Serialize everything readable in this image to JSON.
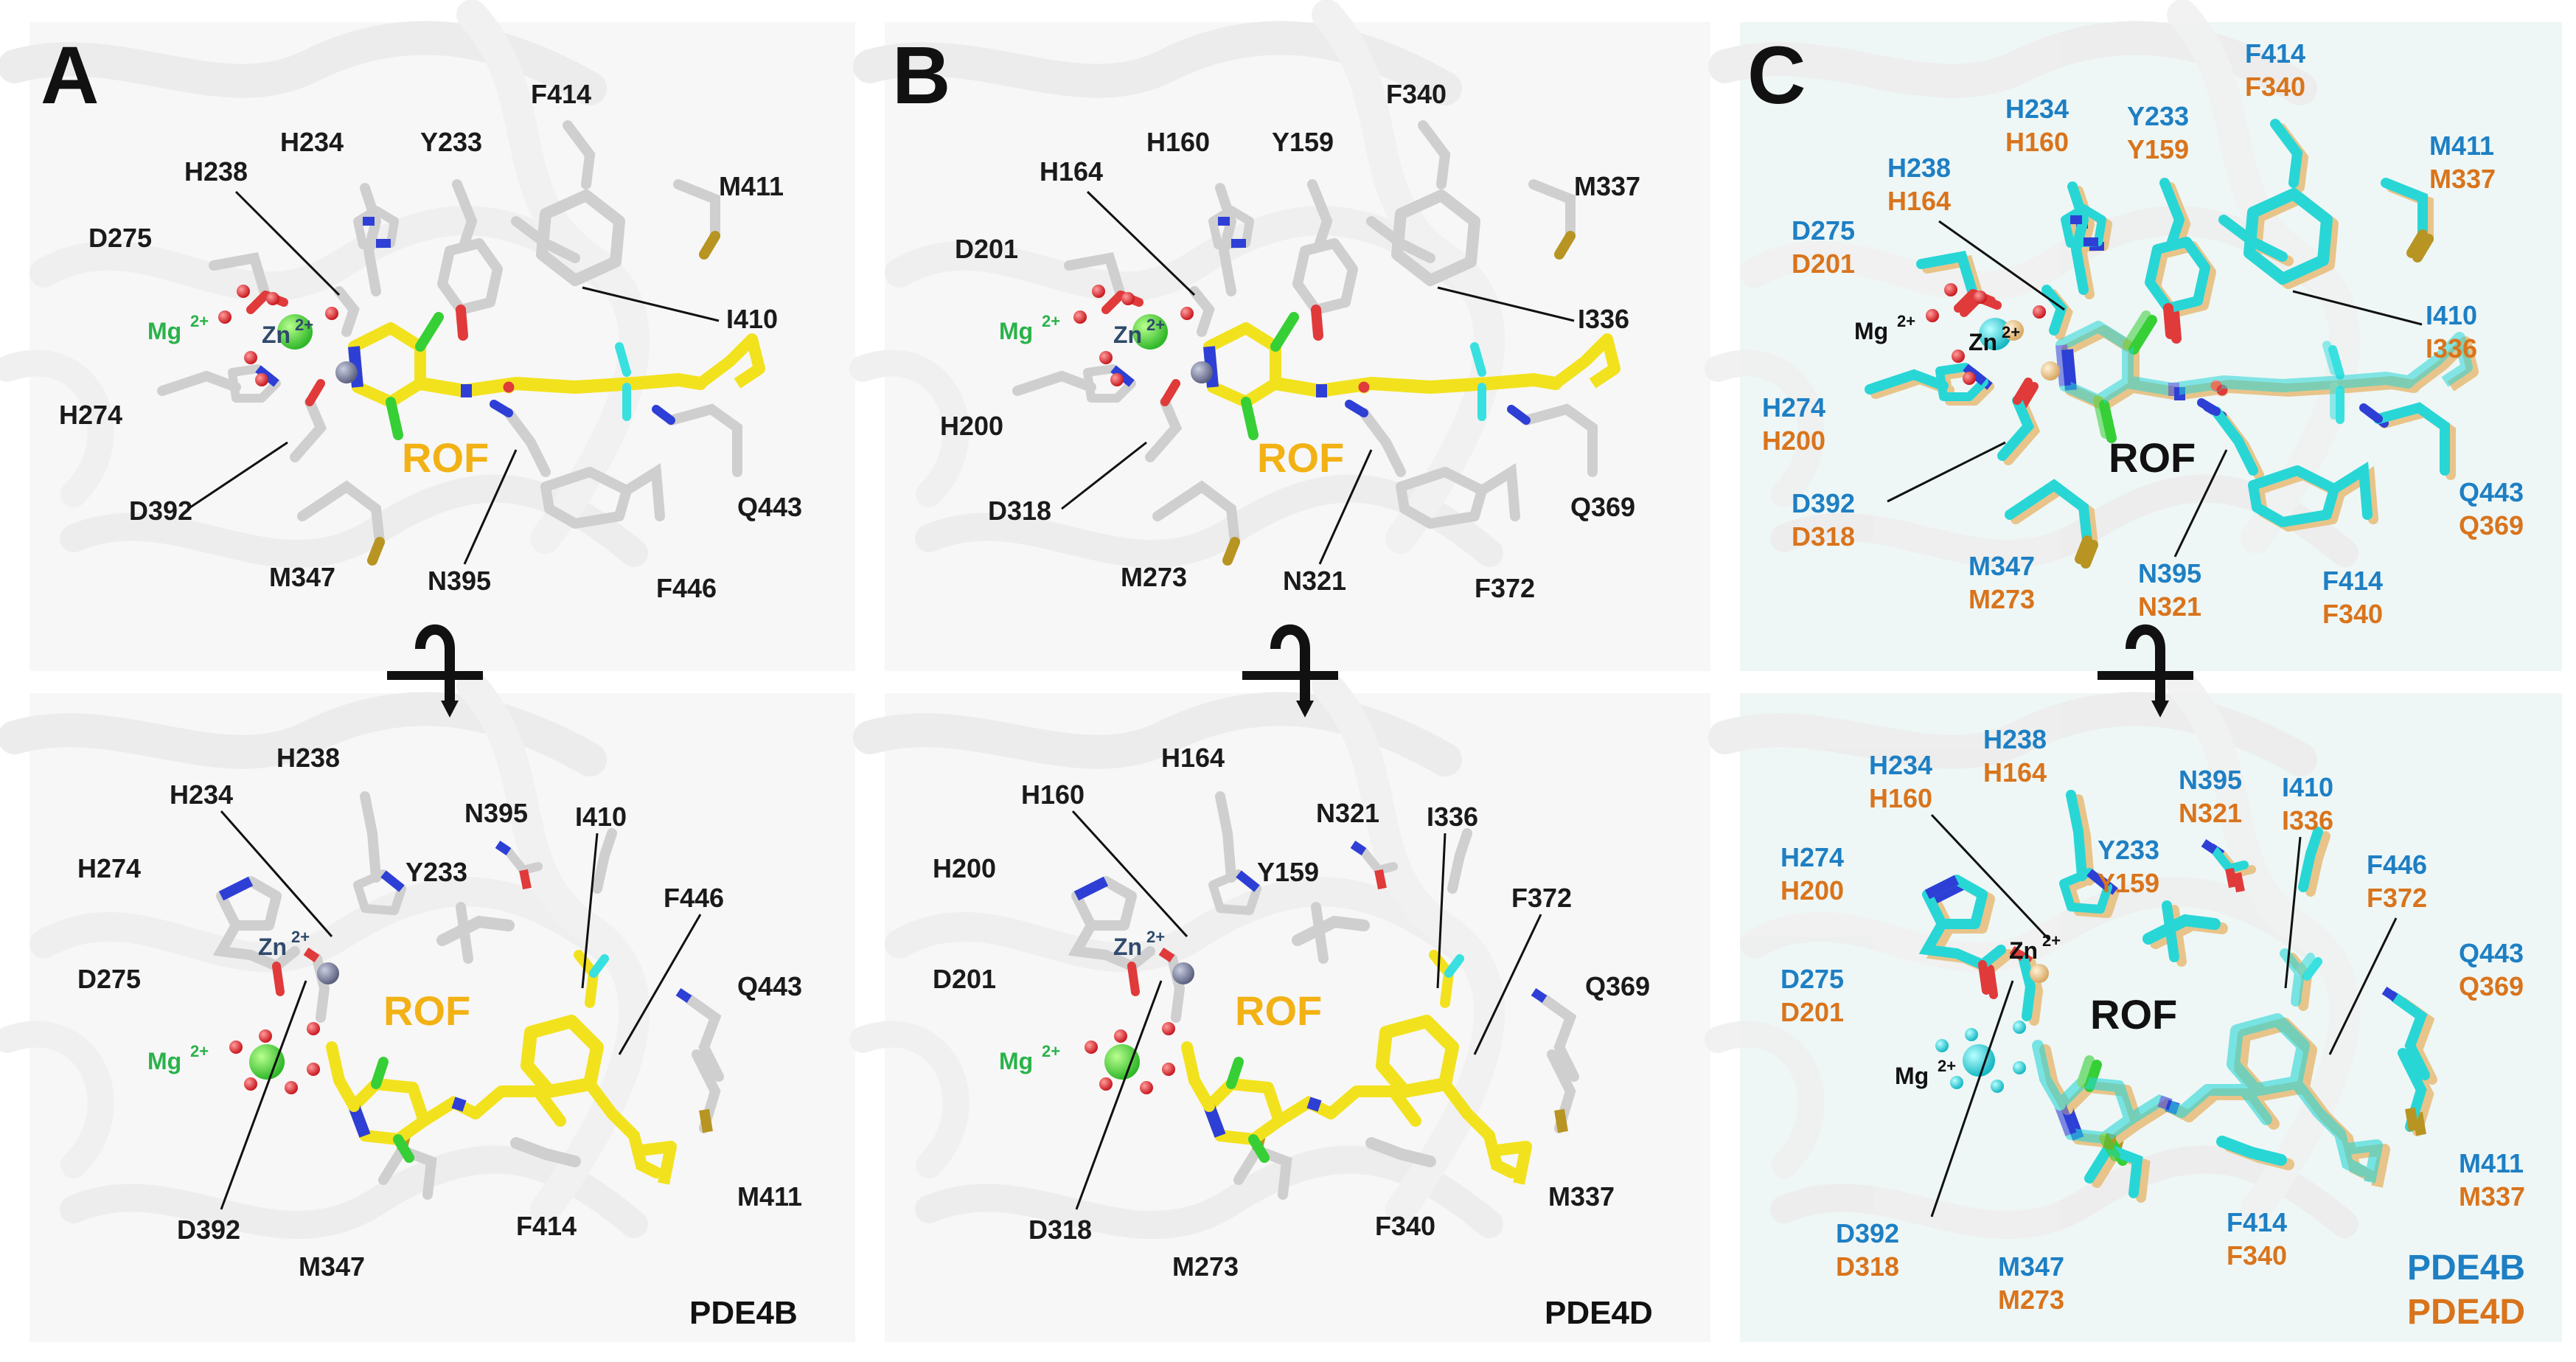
{
  "panels": [
    {
      "letter": "A",
      "enzyme": "PDE4B",
      "ligand": "ROF",
      "top": {
        "mg": "Mg",
        "zn": "Zn",
        "residues": [
          "F414",
          "H234",
          "Y233",
          "M411",
          "H238",
          "D275",
          "I410",
          "H274",
          "Q443",
          "D392",
          "M347",
          "N395",
          "F446"
        ]
      },
      "bottom": {
        "zn": "Zn",
        "mg": "Mg",
        "residues": [
          "H238",
          "H234",
          "N395",
          "I410",
          "H274",
          "Y233",
          "F446",
          "D275",
          "Q443",
          "M411",
          "D392",
          "F414",
          "M347"
        ]
      }
    },
    {
      "letter": "B",
      "enzyme": "PDE4D",
      "ligand": "ROF",
      "top": {
        "mg": "Mg",
        "zn": "Zn",
        "residues": [
          "F340",
          "H164",
          "H160",
          "Y159",
          "M337",
          "D201",
          "I336",
          "H200",
          "Q369",
          "D318",
          "M273",
          "N321",
          "F372"
        ]
      },
      "bottom": {
        "zn": "Zn",
        "mg": "Mg",
        "residues": [
          "H164",
          "H160",
          "N321",
          "I336",
          "H200",
          "Y159",
          "F372",
          "D201",
          "Q369",
          "M337",
          "D318",
          "F340",
          "M273"
        ]
      }
    },
    {
      "letter": "C",
      "ligand": "ROF",
      "legend": [
        "PDE4B",
        "PDE4D"
      ],
      "top": {
        "mg": "Mg",
        "zn": "Zn",
        "residues_b": [
          "F414",
          "H234",
          "Y233",
          "M411",
          "H238",
          "D275",
          "I410",
          "H274",
          "D392",
          "Q443",
          "M347",
          "N395",
          "F414"
        ],
        "residues_d": [
          "F340",
          "H160",
          "Y159",
          "M337",
          "H164",
          "D201",
          "I336",
          "H200",
          "D318",
          "Q369",
          "M273",
          "N321",
          "F340"
        ]
      },
      "bottom": {
        "zn": "Zn",
        "mg": "Mg",
        "residues_b": [
          "H238",
          "H234",
          "N395",
          "I410",
          "H274",
          "Y233",
          "F446",
          "D275",
          "Q443",
          "M411",
          "D392",
          "F414",
          "M347"
        ],
        "residues_d": [
          "H164",
          "H160",
          "N321",
          "I336",
          "H200",
          "Y159",
          "F372",
          "D201",
          "Q369",
          "M337",
          "D318",
          "F340",
          "M273"
        ]
      }
    }
  ],
  "colors": {
    "ligand": "#f2e21e",
    "protein_grey": "#cfcfcf",
    "pde4b_cyan": "#29d6d6",
    "pde4d_wheat": "#e8c48a",
    "mg": "#3ad23a",
    "zn": "#7a7f96",
    "water": "#e03a3a",
    "nitrogen": "#2e3fd6",
    "fluorine": "#39e0e0",
    "chlorine": "#36cf36",
    "sulfur": "#b89422",
    "label_pde4b": "#1e7fc3",
    "label_pde4d": "#d9741c",
    "mg_label": "#2ab24a",
    "zn_label": "#2f4a6b"
  }
}
